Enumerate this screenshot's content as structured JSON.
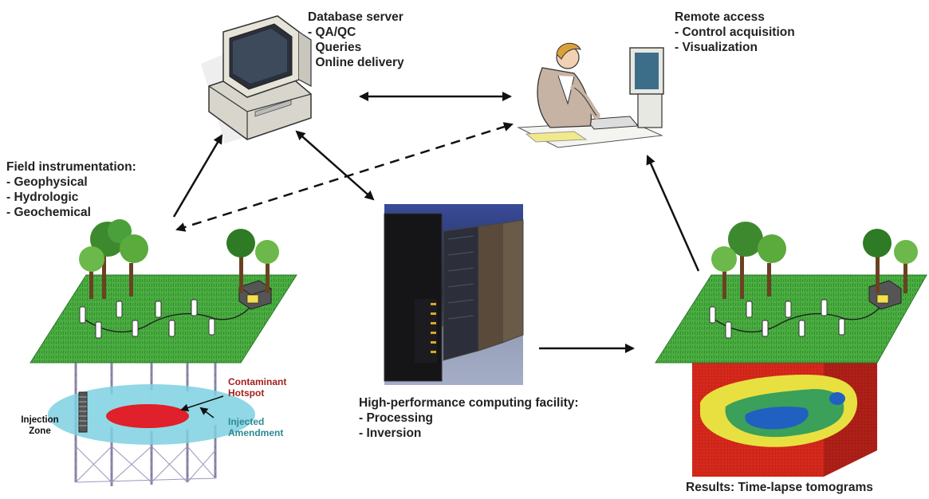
{
  "database_server": {
    "title": "Database server",
    "items": [
      "- QA/QC",
      "- Queries",
      "- Online delivery"
    ]
  },
  "remote_access": {
    "title": "Remote access",
    "items": [
      "- Control acquisition",
      "- Visualization"
    ]
  },
  "field_instrumentation": {
    "title": "Field instrumentation:",
    "items": [
      "- Geophysical",
      "- Hydrologic",
      "- Geochemical"
    ]
  },
  "hpc": {
    "title": "High-performance computing facility:",
    "items": [
      "- Processing",
      "- Inversion"
    ]
  },
  "results": {
    "title": "Results: Time-lapse tomograms"
  },
  "site_labels": {
    "contaminant": "Contaminant Hotspot",
    "injected": "Injected Amendment",
    "injection_zone": "Injection Zone"
  },
  "colors": {
    "grass": "#3fa83a",
    "plume_outer": "#7fd0e0",
    "hotspot": "#e0202a",
    "tomogram_bg": "#d8281c",
    "tomogram_yellow": "#e8e040",
    "tomogram_green": "#3aa05a",
    "tomogram_blue": "#2060c0"
  }
}
